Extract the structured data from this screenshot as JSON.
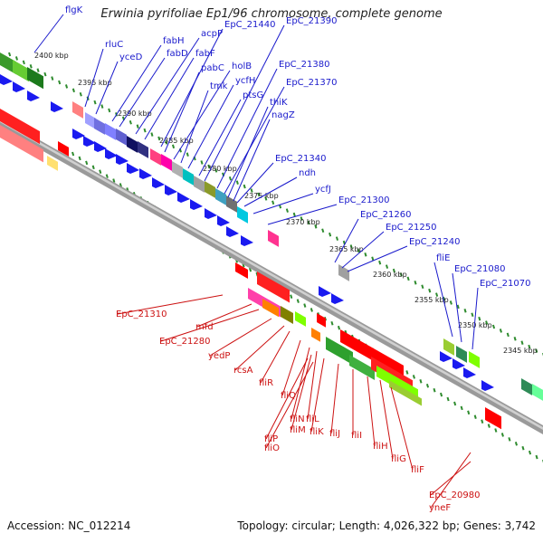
{
  "title": "Erwinia pyrifoliae Ep1/96 chromosome, complete genome",
  "footer": {
    "accession": "Accession: NC_012214",
    "topology": "Topology: circular; Length: 4,026,322 bp; Genes: 3,742"
  },
  "colors": {
    "backbone": "#888888",
    "tick": "#2e8b2e",
    "forward_label": "#1a1acc",
    "reverse_label": "#cc1111"
  },
  "kbp_labels": [
    "2400 kbp",
    "2395 kbp",
    "2390 kbp",
    "2385 kbp",
    "2380 kbp",
    "2375 kbp",
    "2370 kbp",
    "2365 kbp",
    "2360 kbp",
    "2355 kbp",
    "2350 kbp",
    "2345 kbp"
  ],
  "forward_genes": [
    "flgK",
    "rluC",
    "yceD",
    "fabH",
    "fabD",
    "acpP",
    "fabF",
    "EpC_21440",
    "pabC",
    "holB",
    "tmk",
    "ycfH",
    "ptsG",
    "EpC_21390",
    "EpC_21380",
    "EpC_21370",
    "thiK",
    "nagZ",
    "EpC_21340",
    "ndh",
    "ycfJ",
    "EpC_21300",
    "EpC_21260",
    "EpC_21250",
    "EpC_21240",
    "fliE",
    "EpC_21080",
    "EpC_21070"
  ],
  "reverse_genes": [
    "EpC_21310",
    "mfd",
    "EpC_21280",
    "yedP",
    "rcsA",
    "fliR",
    "fliQ",
    "fliN",
    "fliL",
    "fliM",
    "fliK",
    "fliJ",
    "fliI",
    "fliP",
    "fliO",
    "fliH",
    "fliG",
    "fliF",
    "yneF",
    "EpC_20980"
  ]
}
